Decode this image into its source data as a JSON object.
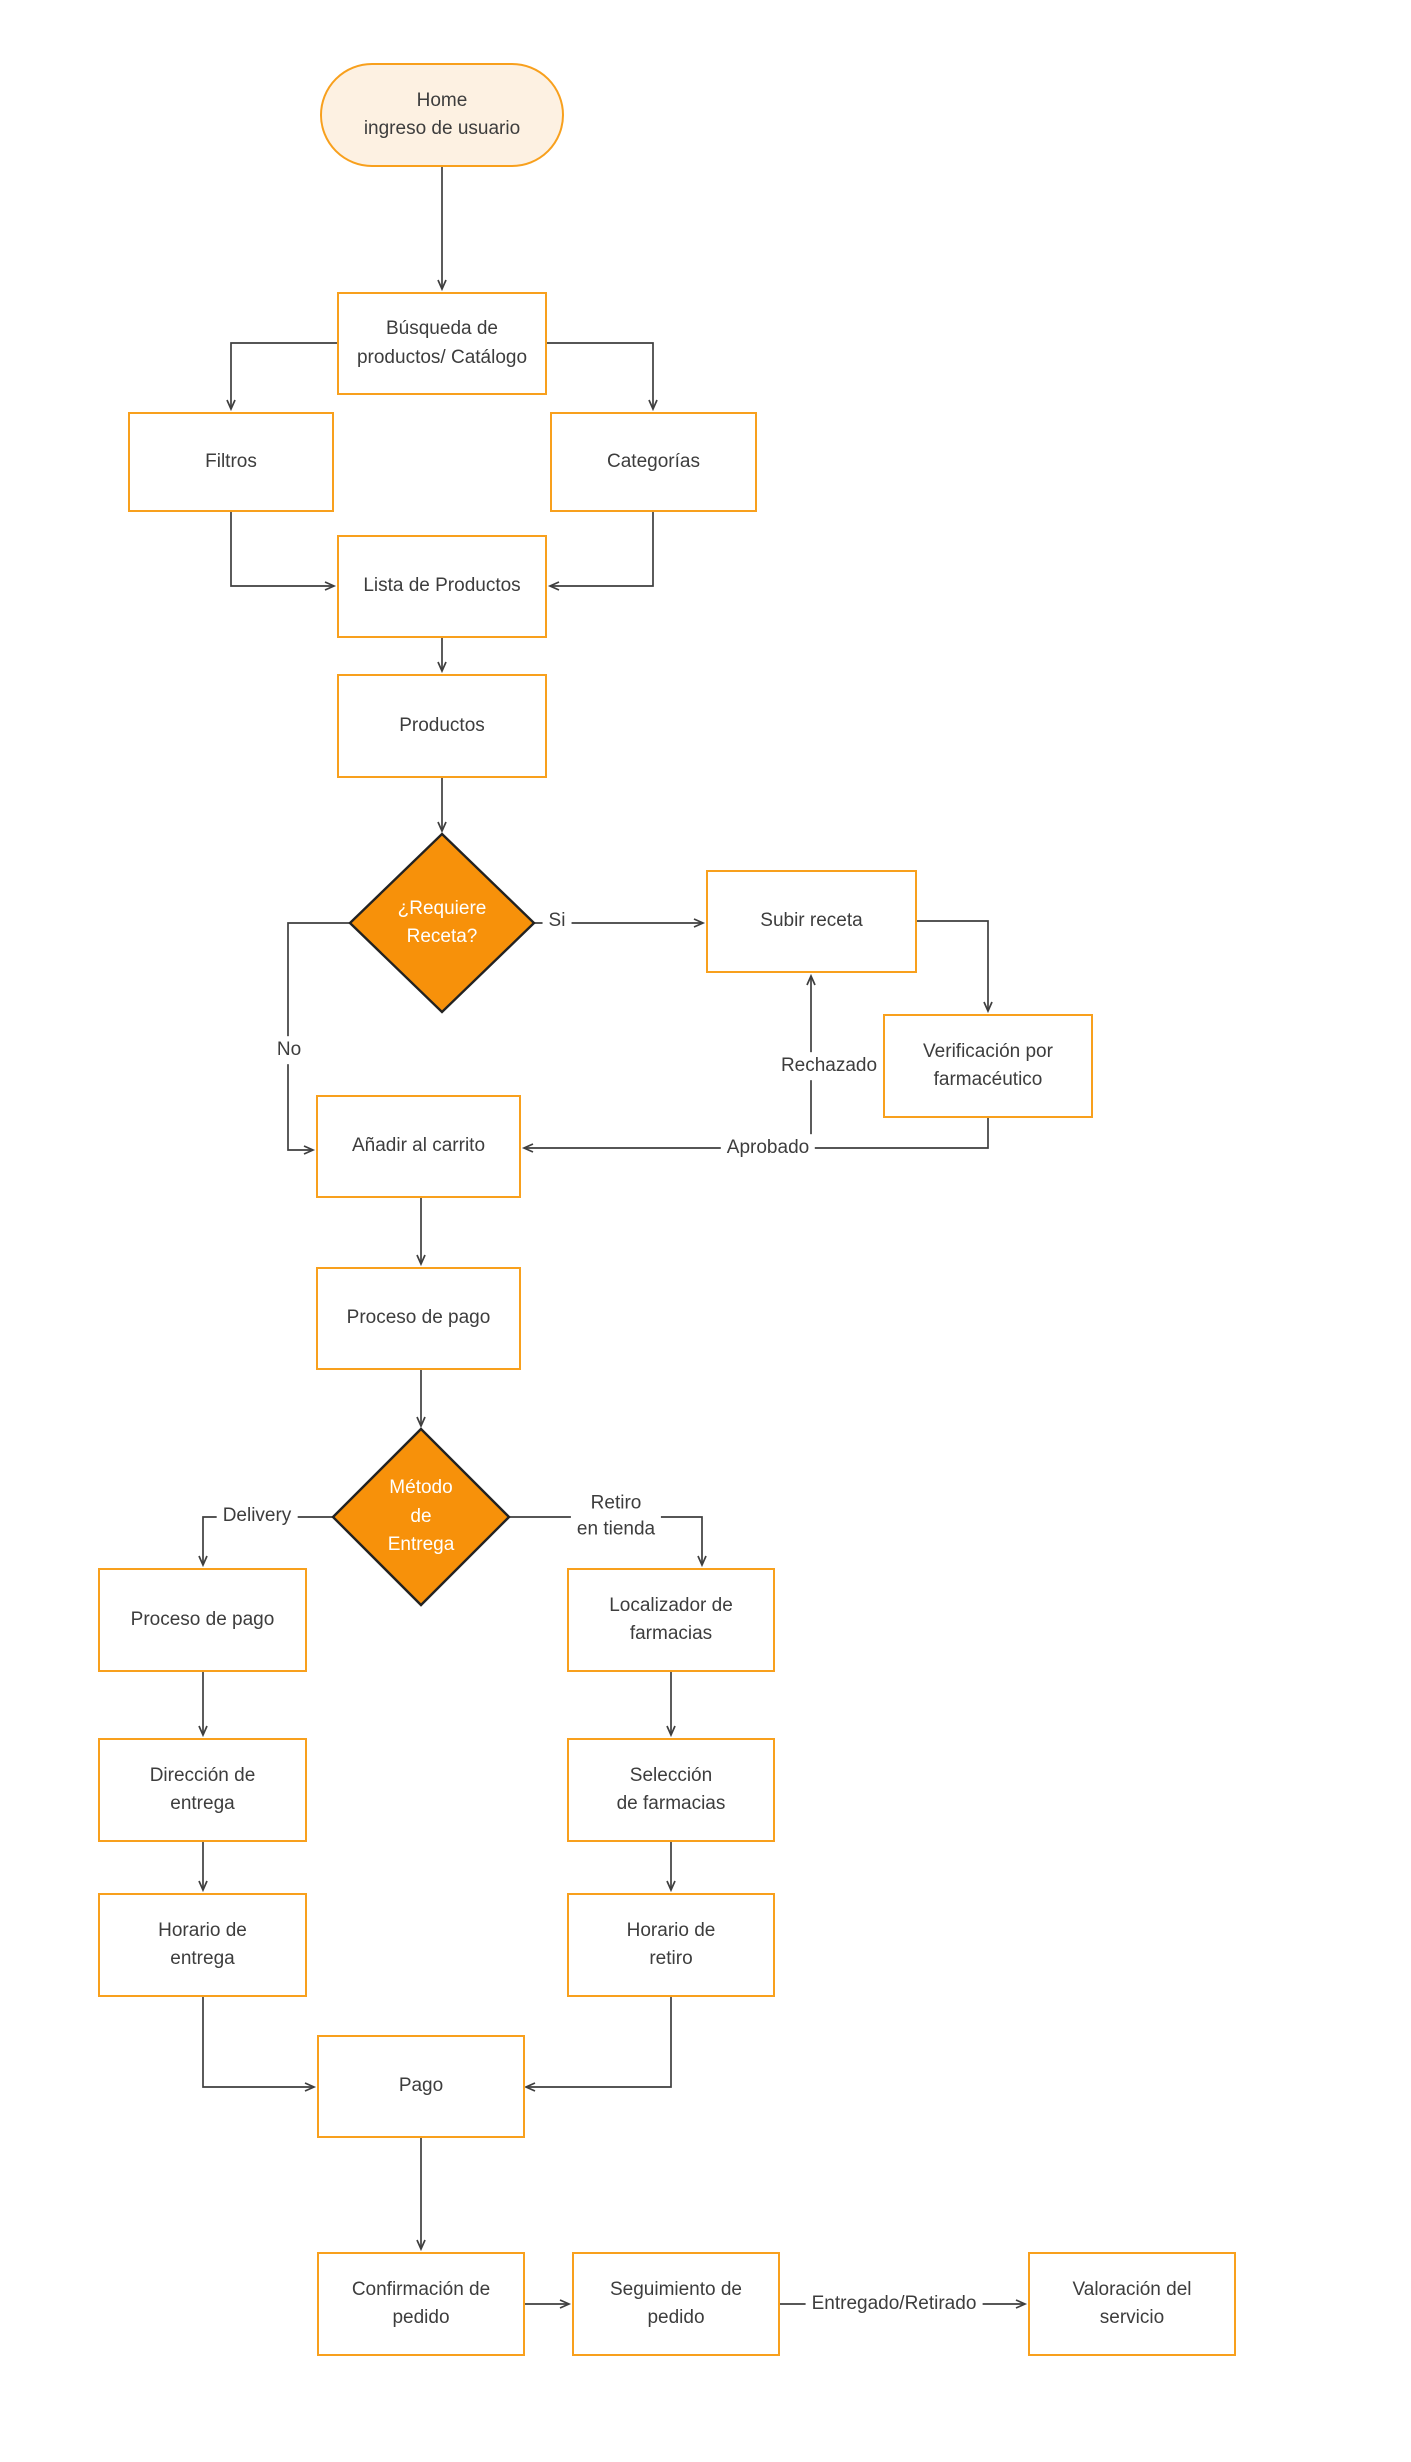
{
  "colors": {
    "accent": "#F8A01D",
    "decision-fill": "#F7910A",
    "decision-border": "#222222",
    "terminator-fill": "#FDF1E2",
    "line": "#3F3F3F",
    "text": "#3D3D3D",
    "decision-text": "#FFFFFF",
    "bg": "#FFFFFF"
  },
  "nodes": {
    "home": {
      "label": "Home\ningreso de usuario"
    },
    "busqueda": {
      "label": "Búsqueda de\nproductos/ Catálogo"
    },
    "filtros": {
      "label": "Filtros"
    },
    "categorias": {
      "label": "Categorías"
    },
    "lista": {
      "label": "Lista de Productos"
    },
    "productos": {
      "label": "Productos"
    },
    "requiere_receta": {
      "label": "¿Requiere\nReceta?"
    },
    "subir_receta": {
      "label": "Subir receta"
    },
    "verificacion": {
      "label": "Verificación por\nfarmacéutico"
    },
    "anadir_carrito": {
      "label": "Añadir al carrito"
    },
    "proceso_pago_1": {
      "label": "Proceso de pago"
    },
    "metodo_entrega": {
      "label": "Método\nde\nEntrega"
    },
    "proceso_pago_2": {
      "label": "Proceso de pago"
    },
    "direccion_entrega": {
      "label": "Dirección de\nentrega"
    },
    "horario_entrega": {
      "label": "Horario de\nentrega"
    },
    "localizador_farmacias": {
      "label": "Localizador de\nfarmacias"
    },
    "seleccion_farmacias": {
      "label": "Selección\nde farmacias"
    },
    "horario_retiro": {
      "label": "Horario de\nretiro"
    },
    "pago": {
      "label": "Pago"
    },
    "confirmacion_pedido": {
      "label": "Confirmación de\npedido"
    },
    "seguimiento_pedido": {
      "label": "Seguimiento de\npedido"
    },
    "valoracion_servicio": {
      "label": "Valoración del\nservicio"
    }
  },
  "edge_labels": {
    "si": "Si",
    "no": "No",
    "rechazado": "Rechazado",
    "aprobado": "Aprobado",
    "delivery": "Delivery",
    "retiro_en_tienda": "Retiro\nen tienda",
    "entregado_retirado": "Entregado/Retirado"
  }
}
